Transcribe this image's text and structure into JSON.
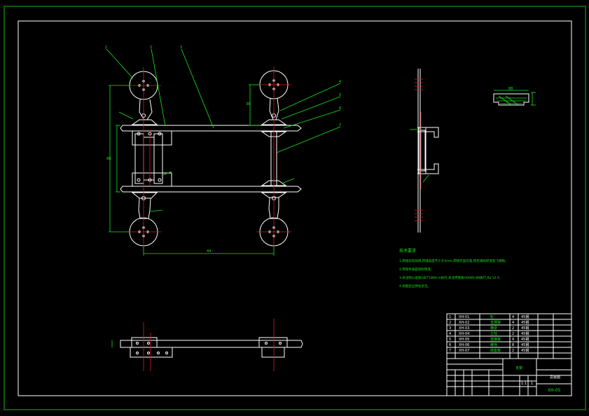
{
  "colors": {
    "background": "#000000",
    "part": "#ffffff",
    "dimension": "#19e61c",
    "centerline": "#e01818"
  },
  "balloons": [
    "1",
    "2",
    "3",
    "4",
    "5",
    "6",
    "7"
  ],
  "dimensions": {
    "overall_width": "44",
    "overall_height": "88",
    "side_height": "38",
    "section_width": "88"
  },
  "notes": {
    "heading": "技术要求",
    "items": [
      "1.焊接前先除锈,焊缝高度不小于4mm,焊接牢固可靠,焊后清除焊渣及飞溅物;",
      "2.焊接件表面涂防锈漆;",
      "3.未注明公差按GB/T1804-m执行,未注焊接按GB985-88执行,Ra 12.5;",
      "4.装配后应转动灵活。"
    ]
  },
  "title_block": {
    "parts": [
      {
        "no": "1",
        "code": "XH-01",
        "name": "轮",
        "qty": "4",
        "material": "45钢"
      },
      {
        "no": "2",
        "code": "XH-02",
        "name": "支撑架",
        "qty": "4",
        "material": "45钢"
      },
      {
        "no": "3",
        "code": "XH-03",
        "name": "横梁",
        "qty": "2",
        "material": "45钢"
      },
      {
        "no": "4",
        "code": "XH-04",
        "name": "立柱",
        "qty": "2",
        "material": "45钢"
      },
      {
        "no": "5",
        "code": "XH-05",
        "name": "连接板",
        "qty": "4",
        "material": "45钢"
      },
      {
        "no": "6",
        "code": "XH-06",
        "name": "螺栓",
        "qty": "8",
        "material": "45钢"
      },
      {
        "no": "7",
        "code": "XH-07",
        "name": "底座板",
        "qty": "2",
        "material": "45钢"
      }
    ],
    "drawing_name": "支架",
    "company": "总装图",
    "drawing_number": "XH-05",
    "scale": "1:1",
    "sheet": "1"
  }
}
